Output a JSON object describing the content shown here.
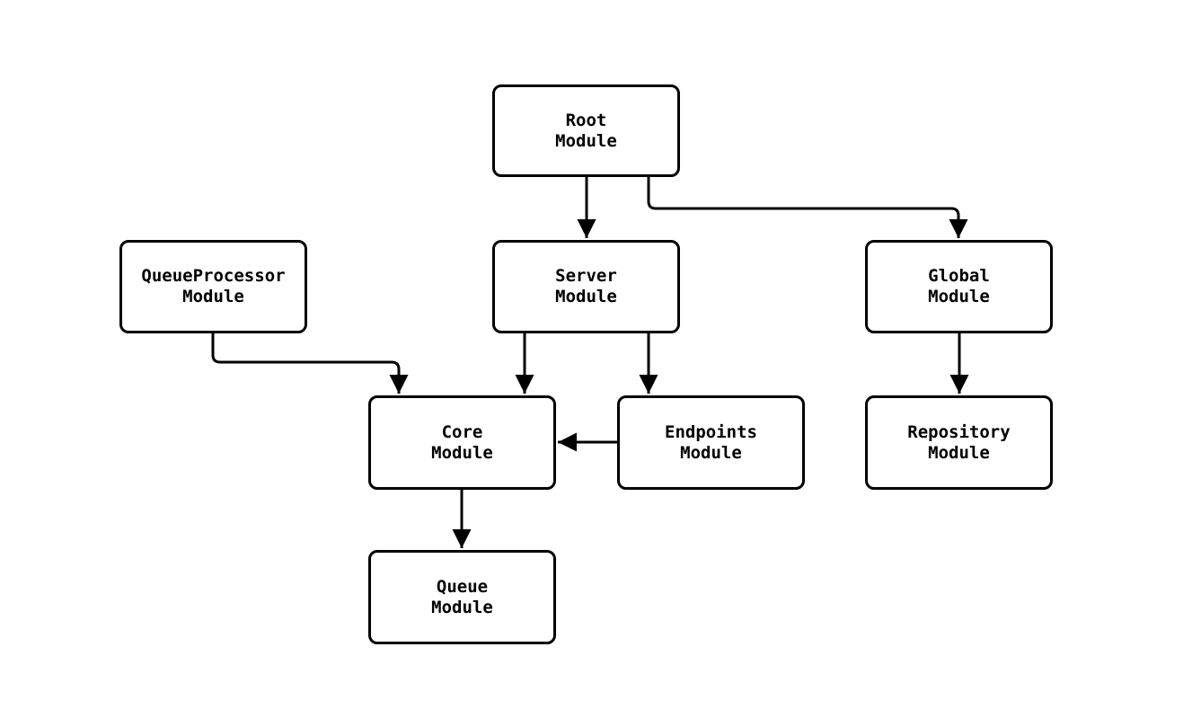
{
  "diagram": {
    "type": "module-dependency-graph",
    "background": "#ffffff",
    "stroke_color": "#000000",
    "text_color": "#000000",
    "nodes": [
      {
        "id": "root",
        "line1": "Root",
        "line2": "Module"
      },
      {
        "id": "queueprocessor",
        "line1": "QueueProcessor",
        "line2": "Module"
      },
      {
        "id": "server",
        "line1": "Server",
        "line2": "Module"
      },
      {
        "id": "global",
        "line1": "Global",
        "line2": "Module"
      },
      {
        "id": "core",
        "line1": "Core",
        "line2": "Module"
      },
      {
        "id": "endpoints",
        "line1": "Endpoints",
        "line2": "Module"
      },
      {
        "id": "repository",
        "line1": "Repository",
        "line2": "Module"
      },
      {
        "id": "queue",
        "line1": "Queue",
        "line2": "Module"
      }
    ],
    "edges": [
      {
        "from": "root",
        "to": "server"
      },
      {
        "from": "root",
        "to": "global"
      },
      {
        "from": "queueprocessor",
        "to": "core"
      },
      {
        "from": "server",
        "to": "core"
      },
      {
        "from": "server",
        "to": "endpoints"
      },
      {
        "from": "endpoints",
        "to": "core"
      },
      {
        "from": "global",
        "to": "repository"
      },
      {
        "from": "core",
        "to": "queue"
      }
    ]
  }
}
